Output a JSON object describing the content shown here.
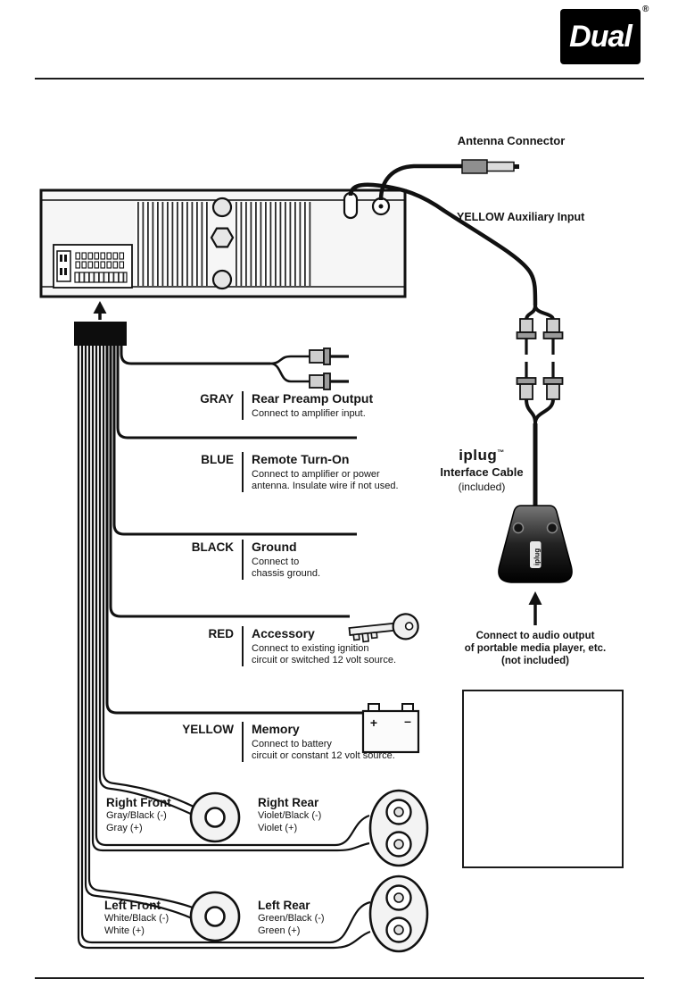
{
  "logo": {
    "brand": "Dual",
    "registered": "®"
  },
  "antenna": {
    "label": "Antenna Connector"
  },
  "aux": {
    "color": "YELLOW",
    "rest": " Auxiliary Input"
  },
  "wires": [
    {
      "color": "GRAY",
      "title": "Rear Preamp Output",
      "desc": "Connect to amplifier input."
    },
    {
      "color": "BLUE",
      "title": "Remote Turn-On",
      "desc": "Connect to amplifier or power\nantenna. Insulate wire if not used."
    },
    {
      "color": "BLACK",
      "title": "Ground",
      "desc": "Connect to\nchassis ground."
    },
    {
      "color": "RED",
      "title": "Accessory",
      "desc": "Connect to existing ignition\ncircuit or switched 12 volt source."
    },
    {
      "color": "YELLOW",
      "title": "Memory",
      "desc": "Connect to battery\ncircuit or constant 12 volt source."
    }
  ],
  "speakers": [
    {
      "name": "Right Front",
      "neg": "Gray/Black (-)",
      "pos": "Gray (+)"
    },
    {
      "name": "Right Rear",
      "neg": "Violet/Black (-)",
      "pos": "Violet (+)"
    },
    {
      "name": "Left Front",
      "neg": "White/Black (-)",
      "pos": "White (+)"
    },
    {
      "name": "Left Rear",
      "neg": "Green/Black (-)",
      "pos": "Green (+)"
    }
  ],
  "iplug": {
    "logo": "iplug",
    "tm": "™",
    "line1": "Interface Cable",
    "line2": "(included)",
    "device_label": "iplug"
  },
  "media_note": "Connect to audio output\nof portable media player, etc.\n(not included)",
  "battery": {
    "plus": "+",
    "minus": "–"
  },
  "colors": {
    "ink": "#141414",
    "fill_light": "#f3f3f3",
    "metal": "#cfcfcf"
  }
}
